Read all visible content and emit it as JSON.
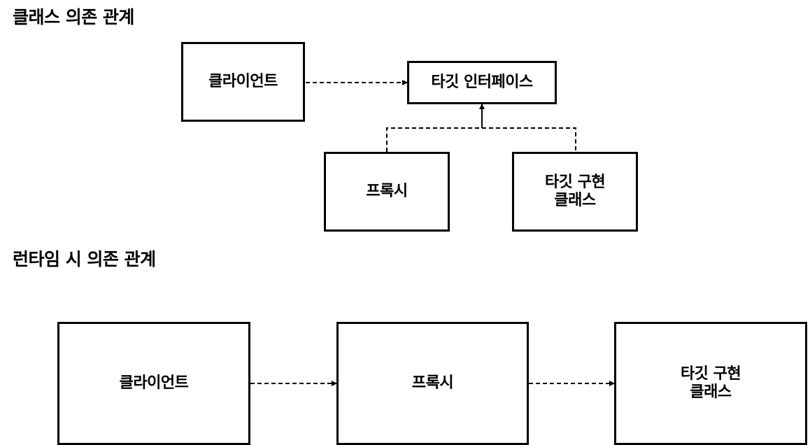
{
  "sections": {
    "class_dependency": {
      "title": "클래스 의존 관계",
      "client": "클라이언트",
      "target_interface": "타깃 인터페이스",
      "proxy": "프록시",
      "target_impl": "타깃 구현\n클래스"
    },
    "runtime_dependency": {
      "title": "런타임 시 의존 관계",
      "client": "클라이언트",
      "proxy": "프록시",
      "target_impl": "타깃 구현\n클래스"
    }
  },
  "colors": {
    "stroke": "#000000",
    "background": "#ffffff"
  }
}
